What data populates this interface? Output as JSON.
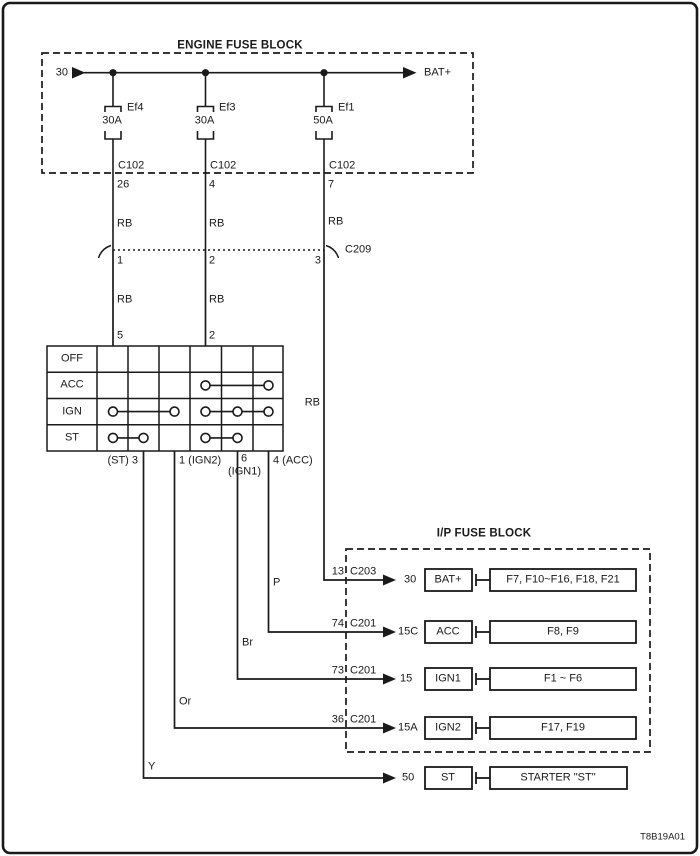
{
  "doc_code": "T8B19A01",
  "ink_color": "#1a1a1a",
  "engine_fuse_block": {
    "title": "ENGINE FUSE BLOCK",
    "bus_source": "30",
    "bus_destination": "BAT+",
    "fuses": [
      {
        "name": "Ef4",
        "rating": "30A",
        "connector": "C102",
        "pin": "26",
        "wire_color": "RB",
        "c209_pin": "1"
      },
      {
        "name": "Ef3",
        "rating": "30A",
        "connector": "C102",
        "pin": "4",
        "wire_color": "RB",
        "c209_pin": "2"
      },
      {
        "name": "Ef1",
        "rating": "50A",
        "connector": "C102",
        "pin": "7",
        "wire_color": "RB",
        "c209_pin": "3"
      }
    ]
  },
  "c209": {
    "label": "C209"
  },
  "ignition_switch": {
    "positions": [
      "OFF",
      "ACC",
      "IGN",
      "ST"
    ],
    "input_pins": [
      "5",
      "2"
    ],
    "wire_colors_in": [
      "RB",
      "RB"
    ],
    "bus_wire_color": "RB",
    "output_terminals": [
      {
        "label": "(ST) 3",
        "wire_color": "Y"
      },
      {
        "label": "1 (IGN2)",
        "wire_color": "Or"
      },
      {
        "label": "6",
        "label2": "(IGN1)",
        "wire_color": "Br"
      },
      {
        "label": "4 (ACC)",
        "wire_color": "P"
      }
    ]
  },
  "ip_fuse_block": {
    "title": "I/P FUSE BLOCK",
    "rows": [
      {
        "pin": "13",
        "connector": "C203",
        "terminal": "30",
        "name": "BAT+",
        "fuses": "F7, F10~F16, F18, F21"
      },
      {
        "pin": "74",
        "connector": "C201",
        "terminal": "15C",
        "name": "ACC",
        "fuses": "F8, F9"
      },
      {
        "pin": "73",
        "connector": "C201",
        "terminal": "15",
        "name": "IGN1",
        "fuses": "F1 ~ F6"
      },
      {
        "pin": "36",
        "connector": "C201",
        "terminal": "15A",
        "name": "IGN2",
        "fuses": "F17, F19"
      },
      {
        "terminal": "50",
        "name": "ST",
        "fuses": "STARTER \"ST\""
      }
    ]
  }
}
